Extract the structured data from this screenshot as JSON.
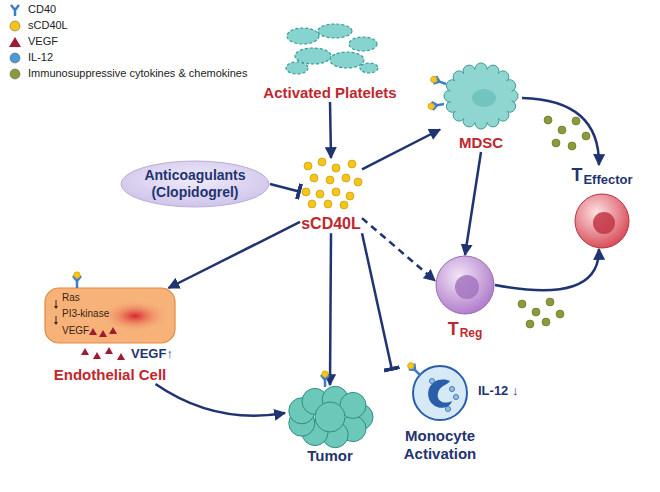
{
  "diagram": {
    "nodes": [
      {
        "text": [
          "Activated Platelets"
        ]
      },
      {
        "text": [
          "Anticoagulants (Clopidogrel)"
        ]
      },
      {
        "text": [
          "MDSC"
        ]
      },
      {
        "text": [
          "sCD40L"
        ]
      },
      {
        "text": [
          "T",
          "Reg"
        ]
      },
      {
        "text": [
          "T",
          "Effector"
        ]
      },
      {
        "text": [
          "Ras",
          "PI3-kinase",
          "VEGF",
          "VEGF↑",
          "Endothelial Cell"
        ]
      },
      {
        "text": [
          "Tumor"
        ]
      },
      {
        "text": [
          "IL-12 ↓",
          "Monocyte Activation"
        ]
      }
    ],
    "edges": [
      {
        "from": 0,
        "to": 3,
        "arrow": "to"
      },
      {
        "from": 1,
        "to": 3,
        "arrow": "to"
      },
      {
        "from": 3,
        "to": 2,
        "arrow": "to"
      },
      {
        "from": 2,
        "to": 4,
        "arrow": "to"
      },
      {
        "from": 3,
        "to": 4,
        "arrow": "to"
      },
      {
        "from": 2,
        "to": 5,
        "arrow": "to"
      },
      {
        "from": 4,
        "to": 5,
        "arrow": "to"
      },
      {
        "from": 3,
        "to": 6,
        "arrow": "to"
      },
      {
        "from": 6,
        "to": 7,
        "arrow": "to"
      },
      {
        "from": 3,
        "to": 7,
        "arrow": "to"
      },
      {
        "from": 3,
        "to": 8,
        "arrow": "to"
      }
    ],
    "legend": [
      {
        "text": "CD40"
      },
      {
        "text": "sCD40L",
        "color": "#f5c518"
      },
      {
        "text": "VEGF",
        "color": "#9e1b32"
      },
      {
        "text": "IL-12",
        "color": "#4a9ad8"
      },
      {
        "text": "Immunosuppressive cytokines & chemokines",
        "color": "#8c9a3c"
      }
    ]
  }
}
